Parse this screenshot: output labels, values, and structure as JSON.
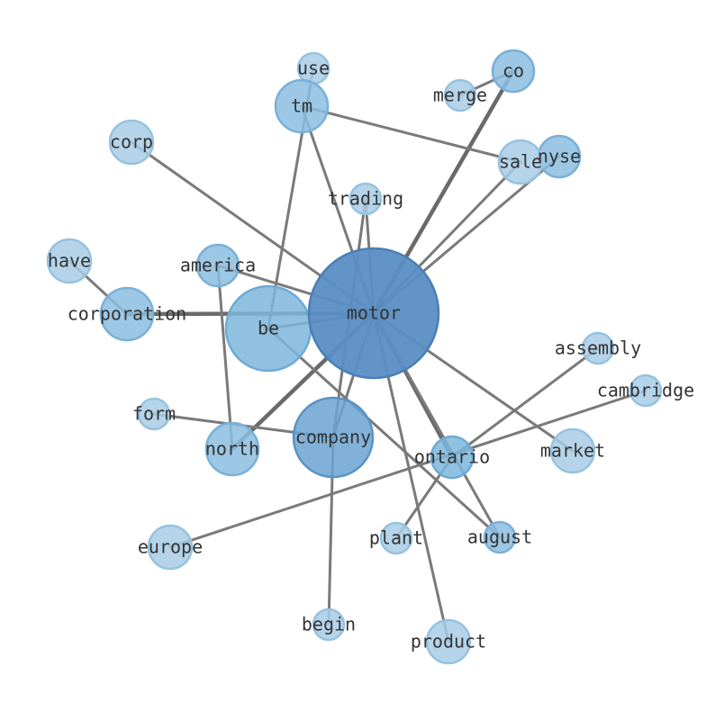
{
  "graph": {
    "nodes": [
      {
        "id": "motor",
        "label": "motor",
        "tier": 0
      },
      {
        "id": "company",
        "label": "company",
        "tier": 1
      },
      {
        "id": "be",
        "label": "be",
        "tier": 2
      },
      {
        "id": "corporation",
        "label": "corporation",
        "tier": 3
      },
      {
        "id": "tm",
        "label": "tm",
        "tier": 3
      },
      {
        "id": "north",
        "label": "north",
        "tier": 3
      },
      {
        "id": "ontario",
        "label": "ontario",
        "tier": 2
      },
      {
        "id": "co",
        "label": "co",
        "tier": 3
      },
      {
        "id": "nyse",
        "label": "nyse",
        "tier": 3
      },
      {
        "id": "america",
        "label": "america",
        "tier": 3
      },
      {
        "id": "august",
        "label": "august",
        "tier": 3
      },
      {
        "id": "sale",
        "label": "sale",
        "tier": 4
      },
      {
        "id": "corp",
        "label": "corp",
        "tier": 4
      },
      {
        "id": "have",
        "label": "have",
        "tier": 4
      },
      {
        "id": "market",
        "label": "market",
        "tier": 4
      },
      {
        "id": "europe",
        "label": "europe",
        "tier": 4
      },
      {
        "id": "product",
        "label": "product",
        "tier": 4
      },
      {
        "id": "use",
        "label": "use",
        "tier": 4
      },
      {
        "id": "merge",
        "label": "merge",
        "tier": 4
      },
      {
        "id": "trading",
        "label": "trading",
        "tier": 4
      },
      {
        "id": "assembly",
        "label": "assembly",
        "tier": 4
      },
      {
        "id": "cambridge",
        "label": "cambridge",
        "tier": 4
      },
      {
        "id": "form",
        "label": "form",
        "tier": 4
      },
      {
        "id": "plant",
        "label": "plant",
        "tier": 4
      },
      {
        "id": "begin",
        "label": "begin",
        "tier": 4
      }
    ],
    "edges": [
      [
        "motor",
        "corp"
      ],
      [
        "motor",
        "america"
      ],
      [
        "motor",
        "corporation"
      ],
      [
        "motor",
        "tm"
      ],
      [
        "motor",
        "trading"
      ],
      [
        "motor",
        "co"
      ],
      [
        "motor",
        "sale"
      ],
      [
        "motor",
        "nyse"
      ],
      [
        "motor",
        "market"
      ],
      [
        "motor",
        "ontario"
      ],
      [
        "motor",
        "august"
      ],
      [
        "motor",
        "product"
      ],
      [
        "motor",
        "company"
      ],
      [
        "motor",
        "north"
      ],
      [
        "motor",
        "be"
      ],
      [
        "have",
        "corporation"
      ],
      [
        "use",
        "be"
      ],
      [
        "tm",
        "sale"
      ],
      [
        "merge",
        "co"
      ],
      [
        "america",
        "north"
      ],
      [
        "be",
        "august"
      ],
      [
        "trading",
        "company"
      ],
      [
        "form",
        "company"
      ],
      [
        "company",
        "begin"
      ],
      [
        "assembly",
        "ontario"
      ],
      [
        "cambridge",
        "europe"
      ],
      [
        "ontario",
        "plant"
      ]
    ],
    "heavy_edges": [
      [
        "motor",
        "co"
      ],
      [
        "motor",
        "corporation"
      ],
      [
        "motor",
        "north"
      ],
      [
        "motor",
        "ontario"
      ]
    ],
    "tier_colors": [
      "#5a8ec4",
      "#6ba3d2",
      "#7db6dc",
      "#8bbde0",
      "#a8cde6"
    ],
    "tier_strokes": [
      "#4a7fb8",
      "#5a93c4",
      "#6eaad6",
      "#7ab0d8",
      "#96c2e0"
    ]
  }
}
